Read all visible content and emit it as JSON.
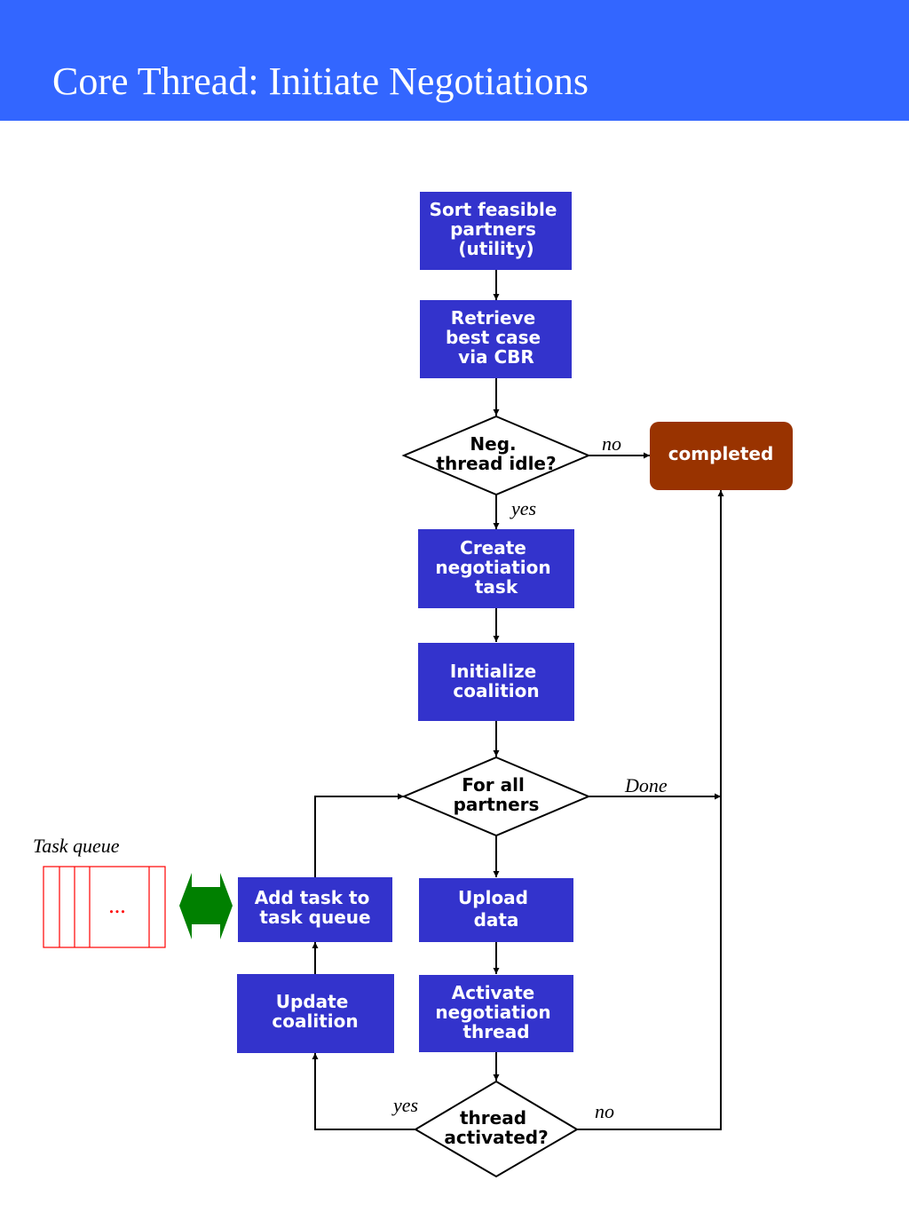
{
  "slide": {
    "title": "Core Thread:  Initiate Negotiations"
  },
  "colors": {
    "header_bg": "#3366ff",
    "process_box": "#3333cc",
    "terminal_box": "#993300",
    "queue_outline": "#ff0000",
    "exchange_arrow": "#008000"
  },
  "diagram": {
    "nodes": {
      "sort_partners": {
        "lines": [
          "Sort feasible",
          "partners",
          "(utility)"
        ]
      },
      "retrieve_case": {
        "lines": [
          "Retrieve",
          "best case",
          "via CBR"
        ]
      },
      "neg_thread_idle": {
        "lines": [
          "Neg.",
          "thread idle?"
        ]
      },
      "completed": {
        "lines": [
          "completed"
        ]
      },
      "create_task": {
        "lines": [
          "Create",
          "negotiation",
          "task"
        ]
      },
      "init_coalition": {
        "lines": [
          "Initialize",
          "coalition"
        ]
      },
      "for_all_partners": {
        "lines": [
          "For all",
          "partners"
        ]
      },
      "upload_data": {
        "lines": [
          "Upload",
          "data"
        ]
      },
      "activate_thread": {
        "lines": [
          "Activate",
          "negotiation",
          "thread"
        ]
      },
      "thread_activated": {
        "lines": [
          "thread",
          "activated?"
        ]
      },
      "update_coalition": {
        "lines": [
          "Update",
          "coalition"
        ]
      },
      "add_task": {
        "lines": [
          "Add task to",
          "task queue"
        ]
      }
    },
    "edge_labels": {
      "idle_no": "no",
      "idle_yes": "yes",
      "done": "Done",
      "activated_yes": "yes",
      "activated_no": "no"
    },
    "task_queue": {
      "label": "Task queue",
      "ellipsis": "..."
    }
  }
}
